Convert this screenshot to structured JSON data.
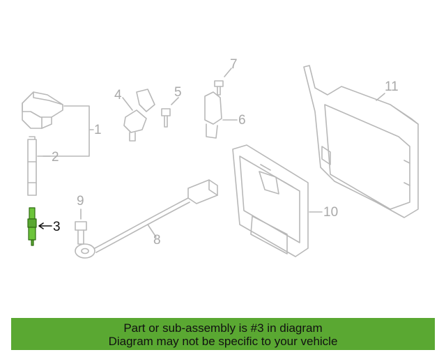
{
  "diagram": {
    "callouts": {
      "c1": "1",
      "c2": "2",
      "c3": "3",
      "c4": "4",
      "c5": "5",
      "c6": "6",
      "c7": "7",
      "c8": "8",
      "c9": "9",
      "c10": "10",
      "c11": "11"
    },
    "highlighted_part": "3",
    "colors": {
      "part_line": "#b8b8b8",
      "highlight": "#5aa832",
      "banner_bg": "#5aa832"
    }
  },
  "banner": {
    "line1": "Part or sub-assembly is #3 in diagram",
    "line2": "Diagram may not be specific to your vehicle"
  }
}
